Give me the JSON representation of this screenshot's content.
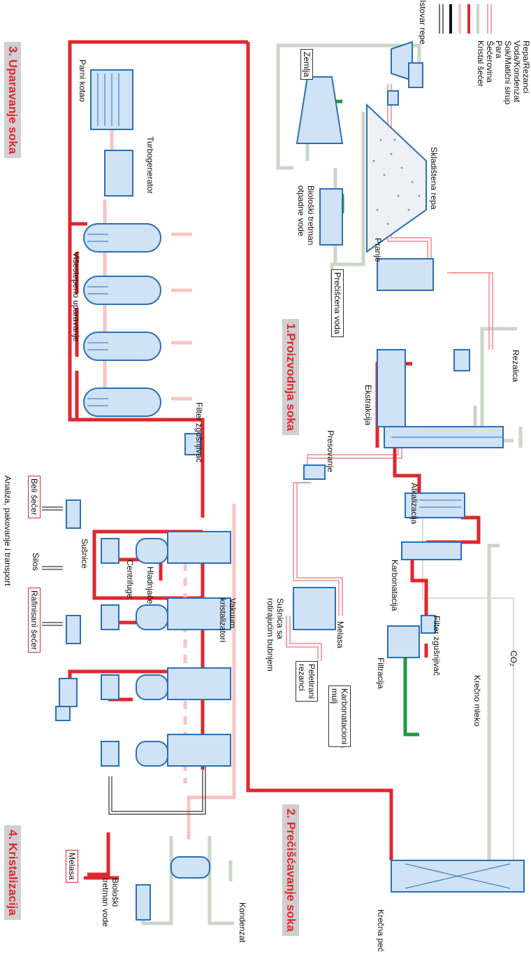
{
  "legend": {
    "items": [
      {
        "label": "Repa/Rezanci",
        "color": "#f08a8f",
        "style": "double"
      },
      {
        "label": "Voda/Kondenzat",
        "color": "#c9d4c5",
        "style": "solid"
      },
      {
        "label": "Sok/Matični sirup",
        "color": "#e1262d",
        "style": "solid"
      },
      {
        "label": "Para",
        "color": "#f7c4c2",
        "style": "solid"
      },
      {
        "label": "Šećerovina",
        "color": "#111111",
        "style": "solid"
      },
      {
        "label": "Kristal šećer",
        "color": "#555555",
        "style": "double"
      }
    ]
  },
  "sections": {
    "s1": "1.Proizvodnja soka",
    "s2": "2. Prečišćavanje soka",
    "s3": "3. Uparavanje soka",
    "s4": "4. Kristalizacija"
  },
  "labels": {
    "istovar": "Istovar repe",
    "skladistena": "Skladištena repa",
    "zemlja": "Zemlja",
    "bio_otpadne_1": "Biološki tretman",
    "bio_otpadne_2": "otpadne vode",
    "preciscena": "Prečišćena voda",
    "pranje": "Pranje",
    "rezalica": "Rezalica",
    "ekstrakcija": "Ekstrakcija",
    "presovanje": "Presovanje",
    "susnica_1": "Sušnica sa",
    "susnica_2": "rotirajućim bubnjem",
    "melasa_top": "Melasa",
    "peletirani_1": "Peletirani",
    "peletirani_2": "rezanci",
    "alkalizacija": "Alkalizacija",
    "karbonatacija": "Karbonatacija",
    "filter_top": "Filter zgušnjivač",
    "filtracija": "Filtracija",
    "karb_mulj_1": "Karbonatacioni",
    "karb_mulj_2": "mulj",
    "krecno_mleko": "Krečno mleko",
    "co2": "CO₂",
    "krecna_pec": "Krečna peć",
    "parni_kotao": "Parni kotao",
    "turbogenerator": "Turbogenerator",
    "visestepeno": "Višestepeno uparavanje",
    "filter_mid": "Filter zgušnjivač",
    "vakuum_1": "Vakuum",
    "vakuum_2": "kristalizatori",
    "hladnjace": "Hladnjače",
    "centrifuge": "Centrifuge",
    "susnice": "Sušnice",
    "beli_secer": "Beli šećer",
    "silos": "Silos",
    "rafinisani": "Rafinisani šećer",
    "analiza": "Analiza, pakovanje i transport",
    "melasa_bottom": "Melasa",
    "bio_voda_1": "Biološki",
    "bio_voda_2": "tretman vode",
    "kondenzat": "Kondenzat"
  }
}
